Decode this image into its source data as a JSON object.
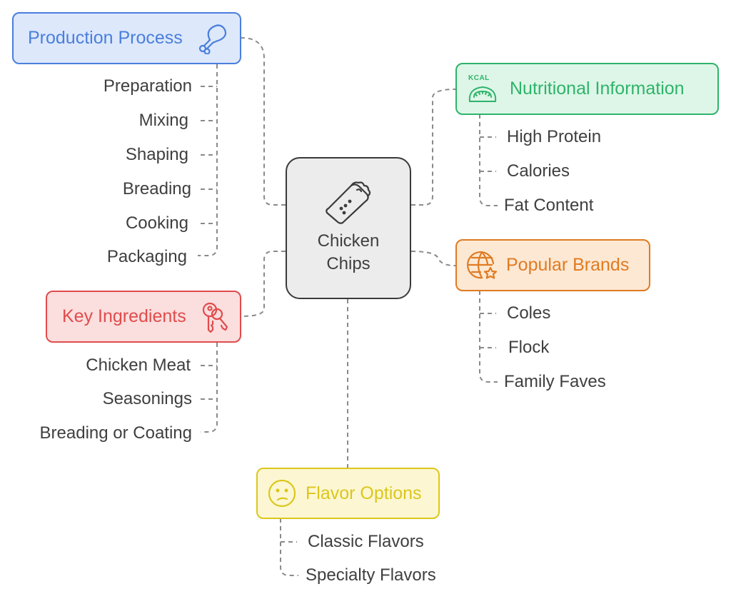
{
  "center": {
    "title_line1": "Chicken",
    "title_line2": "Chips",
    "icon": "burrito-wrap-icon"
  },
  "branches": {
    "production": {
      "title": "Production Process",
      "icon": "drumstick-icon",
      "color": "#4a7fdc",
      "fill": "#dde8fb",
      "items": [
        "Preparation",
        "Mixing",
        "Shaping",
        "Breading",
        "Cooking",
        "Packaging"
      ]
    },
    "nutrition": {
      "title": "Nutritional Information",
      "icon": "kcal-scale-icon",
      "icon_text": "KCAL",
      "color": "#2fb36b",
      "fill": "#ddf6e7",
      "items": [
        "High Protein",
        "Calories",
        "Fat Content"
      ]
    },
    "brands": {
      "title": "Popular Brands",
      "icon": "globe-star-icon",
      "color": "#e07b22",
      "fill": "#fde8d3",
      "items": [
        "Coles",
        "Flock",
        "Family Faves"
      ]
    },
    "ingredients": {
      "title": "Key Ingredients",
      "icon": "keys-icon",
      "color": "#e04c4c",
      "fill": "#fbdede",
      "items": [
        "Chicken Meat",
        "Seasonings",
        "Breading or Coating"
      ]
    },
    "flavors": {
      "title": "Flavor Options",
      "icon": "confused-face-icon",
      "color": "#dcc61c",
      "fill": "#fcf7d2",
      "items": [
        "Classic Flavors",
        "Specialty Flavors"
      ]
    }
  }
}
